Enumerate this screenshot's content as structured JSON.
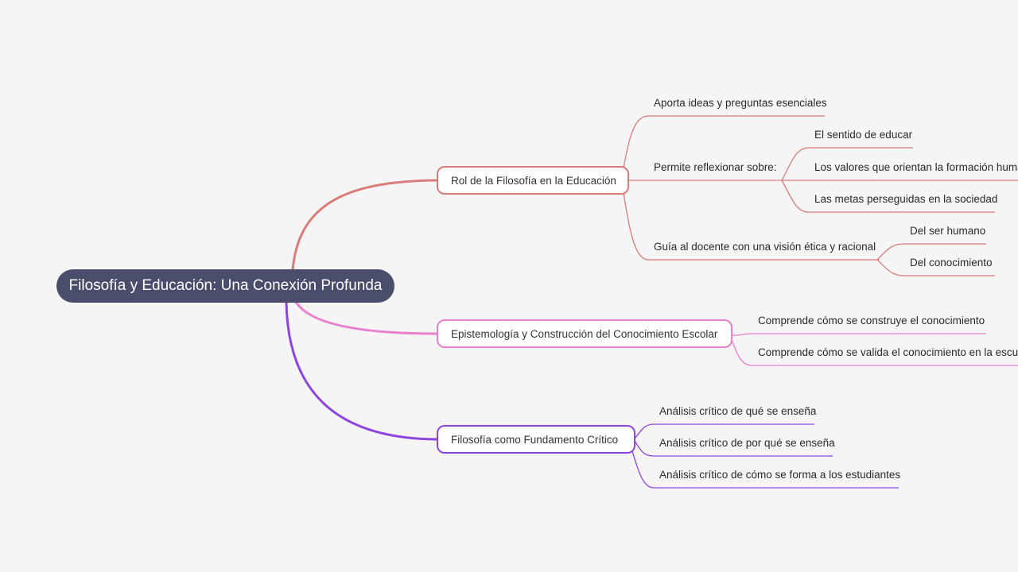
{
  "colors": {
    "background": "#f5f5f5",
    "root": "#4a4d6b",
    "branch_1": "#db7b7a",
    "branch_2": "#e87fcf",
    "branch_3": "#8e45e0"
  },
  "map": {
    "root": "Filosofía y Educación: Una Conexión Profunda",
    "branch_1": {
      "label": "Rol de la Filosofía en la Educación",
      "children": [
        {
          "label": "Aporta ideas y preguntas esenciales"
        },
        {
          "label": "Permite reflexionar sobre:",
          "children": [
            "El sentido de educar",
            "Los valores que orientan la formación humana",
            "Las metas perseguidas en la sociedad"
          ]
        },
        {
          "label": "Guía al docente con una visión ética y racional",
          "children": [
            "Del ser humano",
            "Del conocimiento"
          ]
        }
      ]
    },
    "branch_2": {
      "label": "Epistemología y Construcción del Conocimiento Escolar",
      "children": [
        "Comprende cómo se construye el conocimiento",
        "Comprende cómo se valida el conocimiento en la escuela"
      ]
    },
    "branch_3": {
      "label": "Filosofía como Fundamento Crítico",
      "children": [
        "Análisis crítico de qué se enseña",
        "Análisis crítico de por qué se enseña",
        "Análisis crítico de cómo se forma a los estudiantes"
      ]
    }
  }
}
